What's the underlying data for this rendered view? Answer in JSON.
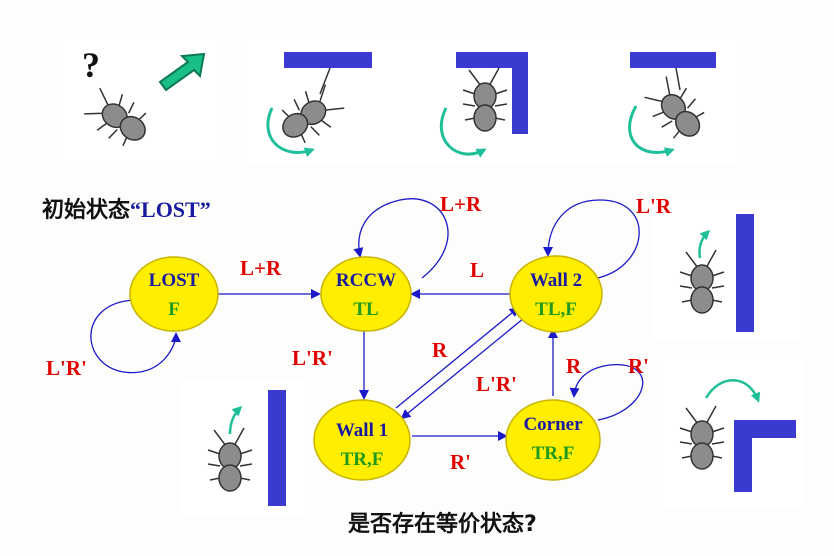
{
  "top_text": {
    "question_mark": "?"
  },
  "initial_state_label": {
    "prefix": "初始状态",
    "quoted": "“LOST”"
  },
  "states": {
    "lost": {
      "name": "LOST",
      "action": "F"
    },
    "rccw": {
      "name": "RCCW",
      "action": "TL"
    },
    "wall2": {
      "name": "Wall 2",
      "action": "TL,F"
    },
    "wall1": {
      "name": "Wall 1",
      "action": "TR,F"
    },
    "corner": {
      "name": "Corner",
      "action": "TR,F"
    }
  },
  "transitions": {
    "lost_self": "L'R'",
    "lost_to_rccw": "L+R",
    "rccw_self": "L+R",
    "wall2_to_rccw": "L",
    "wall2_self": "L'R",
    "rccw_to_wall1": "L'R'",
    "wall1_to_wall2": "R",
    "wall2_to_wall1": "L'R'",
    "corner_to_wall2": "R",
    "corner_self": "R'",
    "wall1_to_corner": "R'"
  },
  "question": "是否存在等价状态?",
  "colors": {
    "state_fill": "#ffee00",
    "state_stroke": "#c9b400",
    "arrow": "#1a1ac8",
    "label_red": "#e00000",
    "state_name": "#1a1aa0",
    "state_action": "#1f9a1f",
    "wall": "#3a3ad0",
    "robot_body": "#8c8c8c",
    "rotation_arrow": "#1fbf9a",
    "direction_arrow": "#1abf86"
  }
}
